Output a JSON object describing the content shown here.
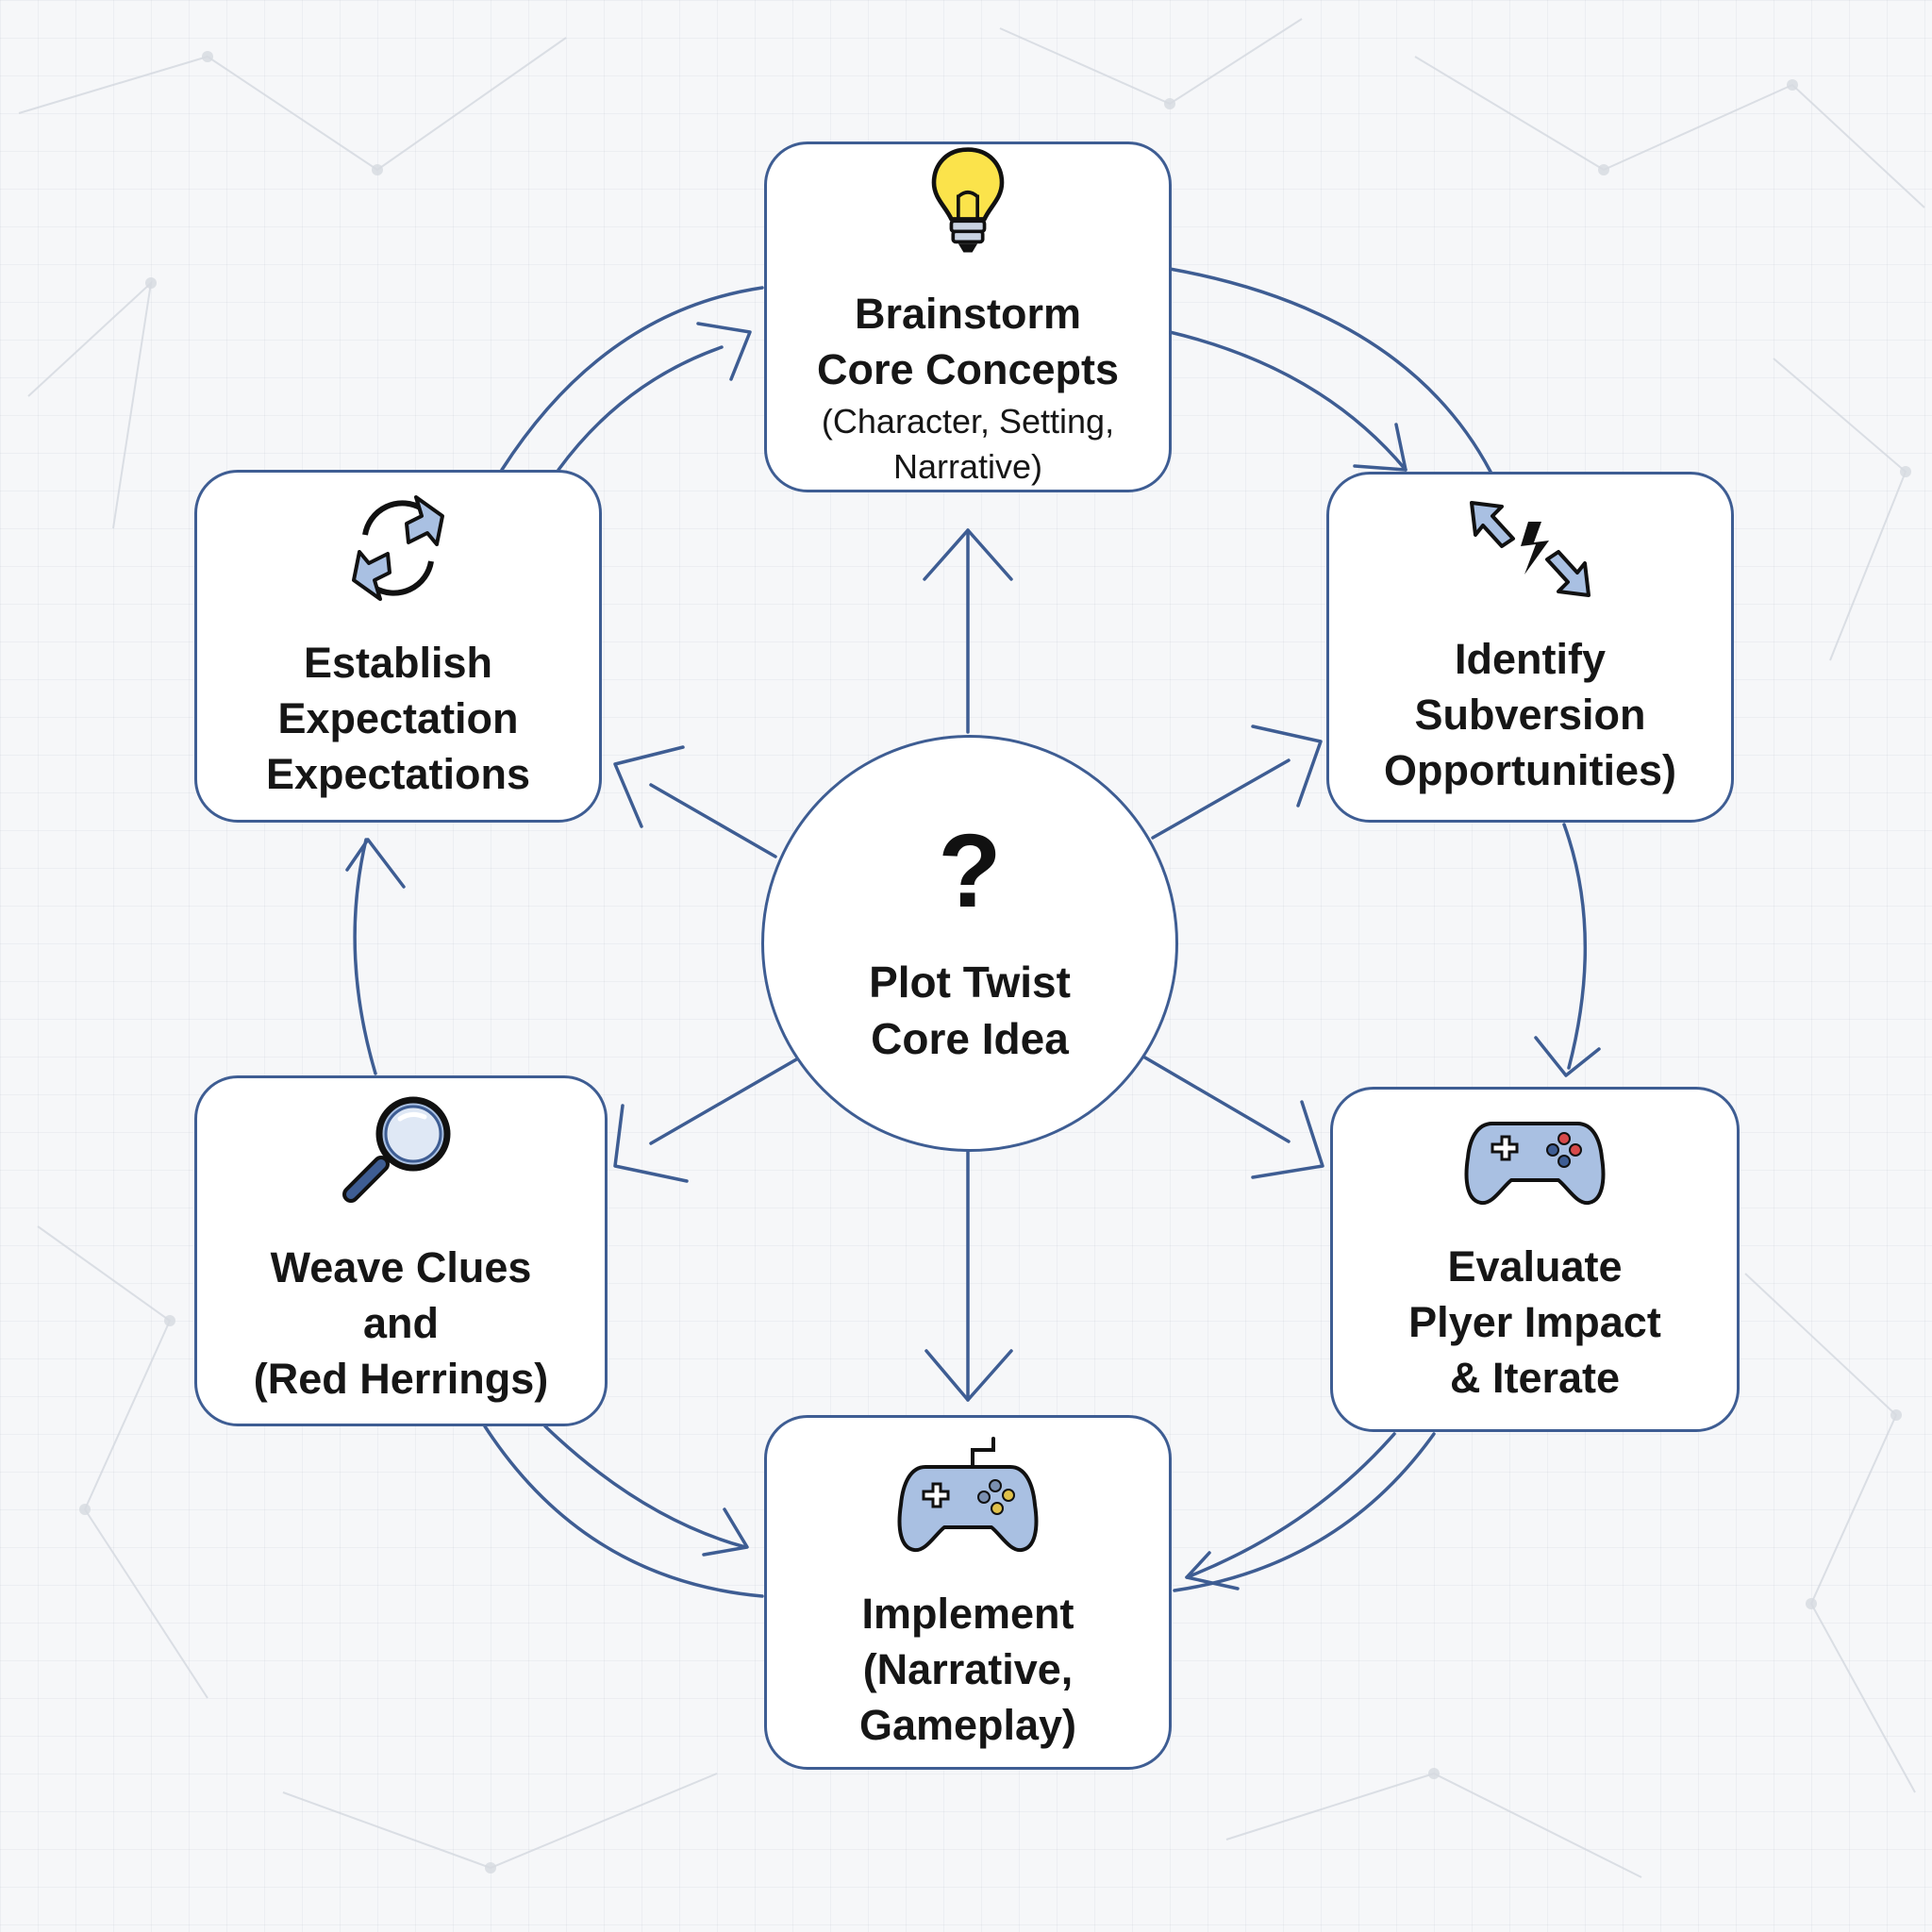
{
  "center": {
    "symbol": "?",
    "label": "Plot Twist\nCore Idea"
  },
  "nodes": {
    "brainstorm": {
      "title": "Brainstorm\nCore Concepts",
      "subtitle": "(Character, Setting,\nNarrative)",
      "icon": "lightbulb-icon"
    },
    "identify": {
      "title": "Identify\nSubversion\nOpportunities)",
      "icon": "lightning-arrows-icon"
    },
    "evaluate": {
      "title": "Evaluate\nPlyer Impact\n& Iterate",
      "icon": "gamepad-icon"
    },
    "implement": {
      "title": "Implement\n(Narrative,\nGameplay)",
      "icon": "gamepad-icon"
    },
    "weave": {
      "title": "Weave Clues\nand\n(Red Herrings)",
      "icon": "magnifier-icon"
    },
    "establish": {
      "title": "Establish\nExpectation\nExpectations",
      "icon": "refresh-cycle-icon"
    }
  },
  "colors": {
    "stroke": "#3e5d93",
    "icon_fill": "#a9c0e2",
    "bulb": "#fbe34b"
  }
}
